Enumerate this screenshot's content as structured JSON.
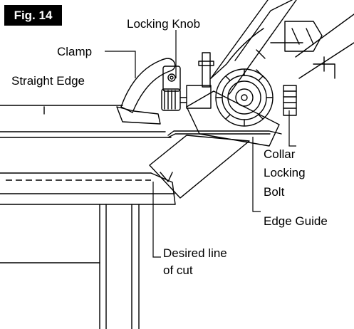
{
  "figure": {
    "badge": "Fig. 14"
  },
  "labels": {
    "locking_knob": "Locking Knob",
    "clamp": "Clamp",
    "straight_edge": "Straight Edge",
    "collar": "Collar",
    "locking": "Locking",
    "bolt": "Bolt",
    "edge_guide": "Edge Guide",
    "desired_line": "Desired line",
    "of_cut": "of cut"
  },
  "colors": {
    "line": "#000000",
    "background": "#ffffff",
    "badge": "#000000"
  }
}
